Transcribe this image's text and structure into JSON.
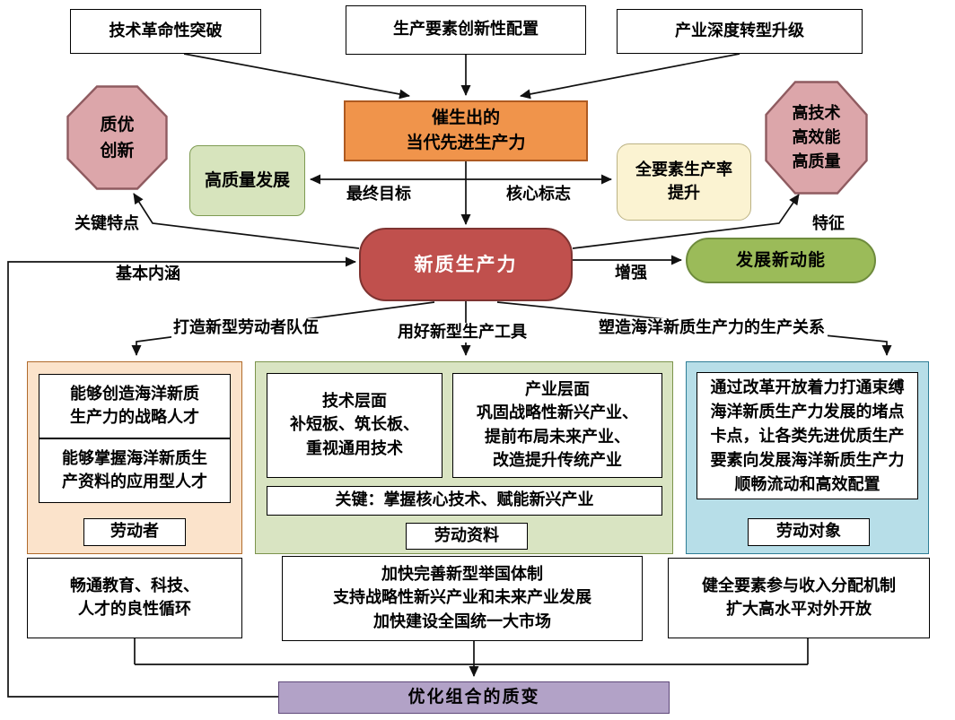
{
  "colors": {
    "orange_box": "#F0944B",
    "core_red": "#C0504D",
    "momentum_green": "#9BBB59",
    "result_purple": "#B2A2C7",
    "octagon_pink": "#DCA6AA",
    "quality_green": "#D7E4BD",
    "tfp_cream": "#FBF3D2",
    "workers_panel_peach": "#FBE3CB",
    "materials_panel_green": "#D9E4C2",
    "objects_panel_blue": "#B7DEE8"
  },
  "top_boxes": [
    {
      "label": "技术革命性突破"
    },
    {
      "label": "生产要素创新性配置"
    },
    {
      "label": "产业深度转型升级"
    }
  ],
  "flow": {
    "emerge": "催生出的\n当代先进生产力",
    "octagon_left": "质优\n创新",
    "octagon_right": "高技术\n高效能\n高质量",
    "quality_dev": "高质量发展",
    "tfp": "全要素生产率\n提升",
    "core": "新质生产力",
    "momentum": "发展新动能"
  },
  "labels": {
    "final_goal": "最终目标",
    "core_mark": "核心标志",
    "key_trait": "关键特点",
    "trait": "特征",
    "basic_meaning": "基本内涵",
    "enhance": "增强",
    "branch_workers": "打造新型劳动者队伍",
    "branch_tools": "用好新型生产工具",
    "branch_relations": "塑造海洋新质生产力的生产关系"
  },
  "panel_workers": {
    "item1": "能够创造海洋新质\n生产力的战略人才",
    "item2": "能够掌握海洋新质生\n产资料的应用型人才",
    "tag": "劳动者"
  },
  "panel_materials": {
    "tech": "技术层面\n补短板、筑长板、\n重视通用技术",
    "industry": "产业层面\n巩固战略性新兴产业、\n提前布局未来产业、\n改造提升传统产业",
    "key": "关键：掌握核心技术、赋能新兴产业",
    "tag": "劳动资料"
  },
  "panel_objects": {
    "text": "通过改革开放着力打通束缚\n海洋新质生产力发展的堵点\n卡点，让各类先进优质生产\n要素向发展海洋新质生产力\n顺畅流动和高效配置",
    "tag": "劳动对象"
  },
  "bottom_boxes": [
    {
      "label": "畅通教育、科技、\n人才的良性循环"
    },
    {
      "label": "加快完善新型举国体制\n支持战略性新兴产业和未来产业发展\n加快建设全国统一大市场"
    },
    {
      "label": "健全要素参与收入分配机制\n扩大高水平对外开放"
    }
  ],
  "result_box": "优化组合的质变"
}
